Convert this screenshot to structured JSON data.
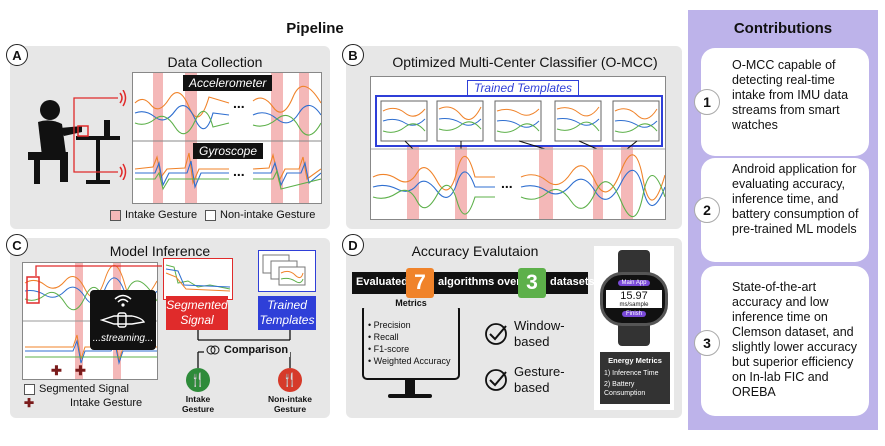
{
  "pipeline": {
    "title": "Pipeline",
    "panel_a": {
      "badge": "A",
      "title": "Data Collection",
      "accelerometer": "Accelerometer",
      "gyroscope": "Gyroscope",
      "ellipsis": "...",
      "legend_intake": "Intake Gesture",
      "legend_non_intake": "Non-intake Gesture",
      "legend_colors": {
        "intake": "#f4b8b8",
        "non_intake": "#ffffff"
      }
    },
    "panel_b": {
      "badge": "B",
      "title": "Optimized Multi-Center Classifier (O-MCC)",
      "trained_templates": "Trained Templates",
      "ellipsis": "..."
    },
    "panel_c": {
      "badge": "C",
      "title": "Model Inference",
      "streaming": "...streaming...",
      "segmented_signal_tag": "Segmented Signal",
      "trained_templates_tag": "Trained Templates",
      "comparison": "Comparison",
      "intake_gesture": "Intake Gesture",
      "non_intake_gesture": "Non-intake Gesture",
      "legend_segmented": "Segmented Signal",
      "legend_intake": "Intake Gesture"
    },
    "panel_d": {
      "badge": "D",
      "title": "Accuracy Evalutaion",
      "evaluated": "Evaluated",
      "algorithms_count": "7",
      "algorithms_over": "algorithms over",
      "datasets_count": "3",
      "datasets": "datasets",
      "metrics_title": "Metrics",
      "metrics": [
        "• Precision",
        "• Recall",
        "• F1-score",
        "• Weighted Accuracy"
      ],
      "window_based": "Window-based",
      "gesture_based": "Gesture-based",
      "watch": {
        "app": "Main App",
        "value": "15.97",
        "unit": "ms/sample",
        "button": "Finish"
      },
      "energy_title": "Energy Metrics",
      "energy_items": [
        "1) Inference Time",
        "2) Battery Consumption"
      ]
    }
  },
  "contributions": {
    "title": "Contributions",
    "items": [
      {
        "num": "1",
        "text": "O-MCC capable of detecting real-time intake from IMU data streams from smart watches"
      },
      {
        "num": "2",
        "text": "Android application for evaluating accuracy, inference time, and battery consumption of pre-trained ML models"
      },
      {
        "num": "3",
        "text": "State-of-the-art accuracy and low inference time on Clemson dataset, and slightly lower accuracy but superior efficiency on In-lab FIC and OREBA"
      }
    ]
  },
  "colors": {
    "accent_purple": "#bdb3ea",
    "orange": "#f0832a",
    "green": "#5db04a",
    "blue": "#2f6fd0",
    "red": "#e02b2b",
    "intake_green": "#2e8b3a",
    "non_intake_red": "#d63a2a"
  }
}
